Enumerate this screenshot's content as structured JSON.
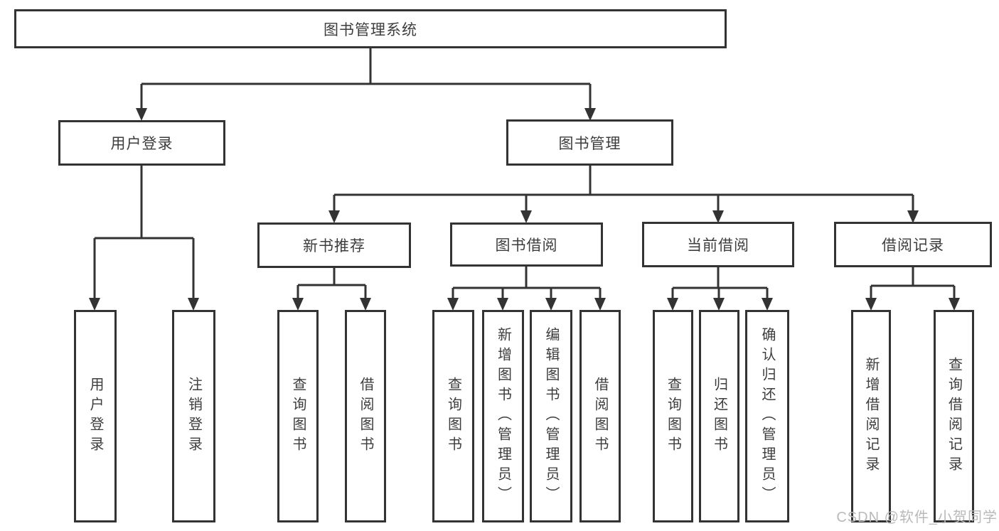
{
  "diagram": {
    "type": "tree",
    "root": {
      "label": "图书管理系统"
    },
    "level2": [
      {
        "label": "用户登录"
      },
      {
        "label": "图书管理"
      }
    ],
    "level3": [
      {
        "label": "新书推荐",
        "parent": "图书管理"
      },
      {
        "label": "图书借阅",
        "parent": "图书管理"
      },
      {
        "label": "当前借阅",
        "parent": "图书管理"
      },
      {
        "label": "借阅记录",
        "parent": "图书管理"
      }
    ],
    "leaves": [
      {
        "label": "用户登录",
        "parent": "用户登录"
      },
      {
        "label": "注销登录",
        "parent": "用户登录"
      },
      {
        "label": "查询图书",
        "parent": "新书推荐"
      },
      {
        "label": "借阅图书",
        "parent": "新书推荐"
      },
      {
        "label": "查询图书",
        "parent": "图书借阅"
      },
      {
        "label": "新增图书（管理员）",
        "parent": "图书借阅"
      },
      {
        "label": "编辑图书（管理员）",
        "parent": "图书借阅"
      },
      {
        "label": "借阅图书",
        "parent": "图书借阅"
      },
      {
        "label": "查询图书",
        "parent": "当前借阅"
      },
      {
        "label": "归还图书",
        "parent": "当前借阅"
      },
      {
        "label": "确认归还（管理员）",
        "parent": "当前借阅"
      },
      {
        "label": "新增借阅记录",
        "parent": "借阅记录"
      },
      {
        "label": "查询借阅记录",
        "parent": "借阅记录"
      }
    ],
    "colors": {
      "line": "#333333",
      "text": "#3d3d3d",
      "box_fill": "#ffffff",
      "background": "#ffffff"
    }
  },
  "watermark": {
    "text": "CSDN @软件_小贺同学",
    "color": "#b9b9b9"
  }
}
